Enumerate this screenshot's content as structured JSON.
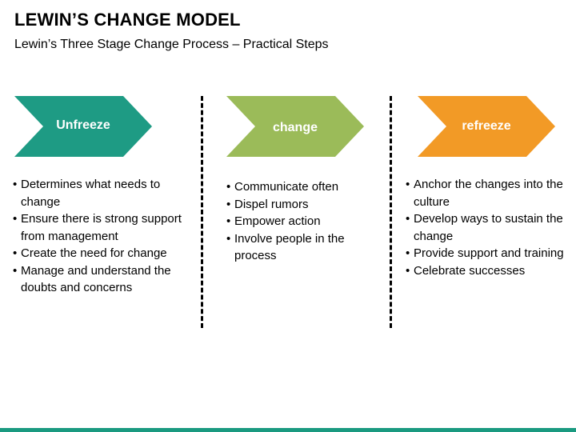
{
  "title": "LEWIN’S CHANGE MODEL",
  "subtitle": "Lewin’s Three Stage Change Process – Practical Steps",
  "stages": [
    {
      "label": "Unfreeze",
      "color": "#1e9b84",
      "bullets": [
        "Determines what needs to change",
        "Ensure there is strong support\nfrom management",
        "Create the need for change",
        "Manage and understand the doubts and concerns"
      ]
    },
    {
      "label": "change",
      "color": "#9bbb59",
      "bullets": [
        "Communicate often",
        "Dispel rumors",
        "Empower action",
        "Involve people in the process"
      ]
    },
    {
      "label": "refreeze",
      "color": "#f29a26",
      "bullets": [
        "Anchor the changes into the culture",
        "Develop ways to sustain the change",
        "Provide support and training",
        "Celebrate successes"
      ]
    }
  ],
  "footer_color": "#1a9a80"
}
